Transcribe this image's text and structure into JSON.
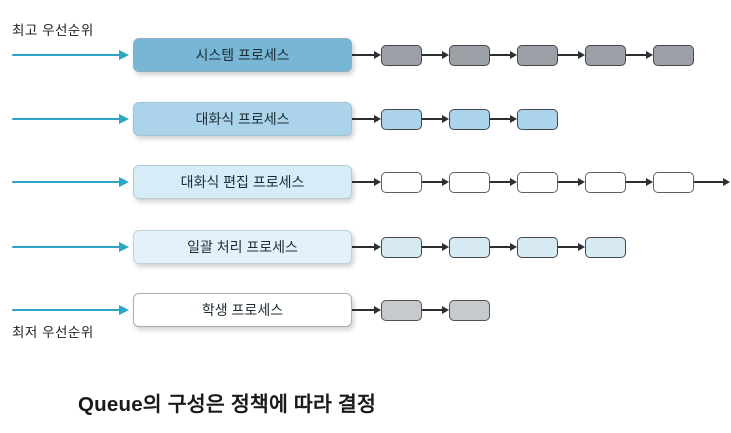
{
  "diagram": {
    "title_caption": "Queue의 구성은 정책에 따라 결정",
    "top_label": "최고 우선순위",
    "bottom_label": "최저 우선순위",
    "priority_arrow_color": "#2ba6c4",
    "connector_color": "#2c2f33",
    "rows": [
      {
        "label": "시스템 프로세스",
        "box_fill": "#77b6d5",
        "box_border": "#8fafbe",
        "chain_count": 5,
        "chain_fill": "#9ba1a7",
        "chain_border": "#45484c",
        "trailing_arrow": false
      },
      {
        "label": "대화식 프로세스",
        "box_fill": "#abd3e9",
        "box_border": "#a3c2d0",
        "chain_count": 3,
        "chain_fill": "#abd3e9",
        "chain_border": "#45484c",
        "trailing_arrow": false
      },
      {
        "label": "대화식 편집 프로세스",
        "box_fill": "#d6ecf6",
        "box_border": "#b6cdd8",
        "chain_count": 5,
        "chain_fill": "#ffffff",
        "chain_border": "#5c6064",
        "trailing_arrow": true
      },
      {
        "label": "일괄 처리 프로세스",
        "box_fill": "#e3f1f8",
        "box_border": "#bfd2dc",
        "chain_count": 4,
        "chain_fill": "#d7e9f2",
        "chain_border": "#45484c",
        "trailing_arrow": false
      },
      {
        "label": "학생 프로세스",
        "box_fill": "#ffffff",
        "box_border": "#a9aeb2",
        "chain_count": 2,
        "chain_fill": "#c6cacd",
        "chain_border": "#505356",
        "trailing_arrow": false
      }
    ]
  }
}
